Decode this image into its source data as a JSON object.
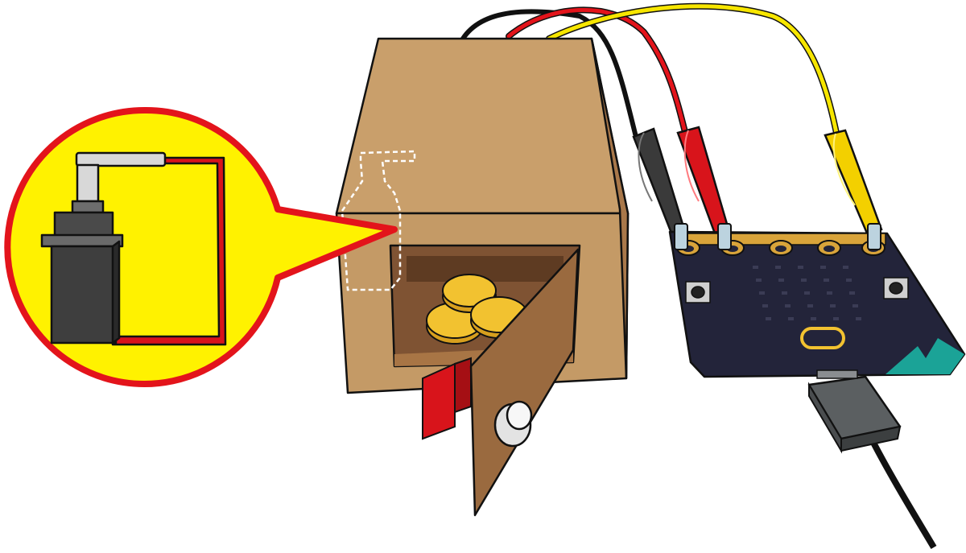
{
  "colors": {
    "background": "#ffffff",
    "callout_fill": "#fff200",
    "callout_border": "#e3141b",
    "box_front": "#c49a66",
    "box_top": "#c99f6b",
    "box_side": "#a9784a",
    "box_inner": "#7f5333",
    "door": "#9a6a3f",
    "coin": "#f2c230",
    "wire_black": "#111111",
    "wire_red": "#e3141b",
    "wire_yellow": "#f7e600",
    "board": "#23243a",
    "board_accent": "#1ba397",
    "pad_gold": "#d9a43a",
    "servo_body": "#3e3e3e",
    "servo_horn": "#d8d8d8",
    "latch_red": "#d8141b",
    "usb_plug": "#5b5f61",
    "cable": "#111111"
  },
  "icons": [
    "servo-motor-icon",
    "cardboard-box",
    "coins",
    "microbit-board",
    "crocodile-clip-icon",
    "usb-cable"
  ],
  "microbit": {
    "led_rows": 5,
    "led_cols": 5
  }
}
